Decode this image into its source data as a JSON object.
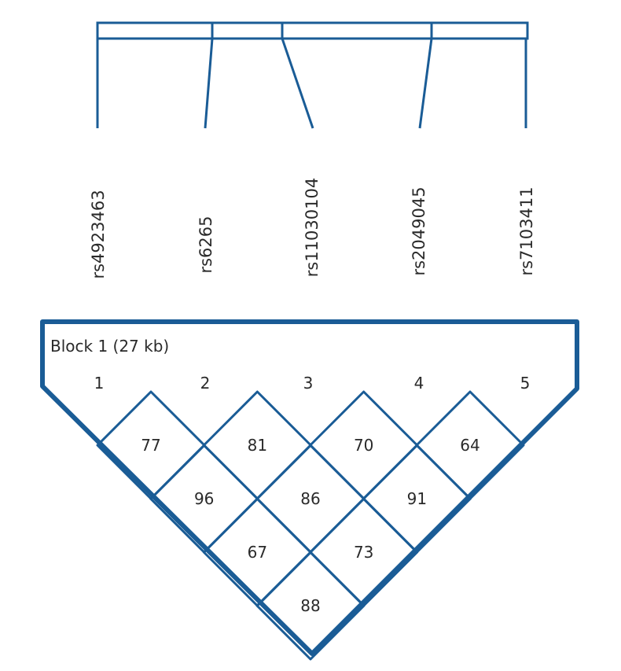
{
  "chart_data": {
    "type": "heatmap",
    "snps": [
      "rs4923463",
      "rs6265",
      "rs11030104",
      "rs2049045",
      "rs7103411"
    ],
    "marker_indices": [
      "1",
      "2",
      "3",
      "4",
      "5"
    ],
    "block_label": "Block 1 (27 kb)",
    "ld_values": [
      {
        "row": 1,
        "col": 2,
        "value": "77"
      },
      {
        "row": 2,
        "col": 3,
        "value": "81"
      },
      {
        "row": 3,
        "col": 4,
        "value": "70"
      },
      {
        "row": 4,
        "col": 5,
        "value": "64"
      },
      {
        "row": 1,
        "col": 3,
        "value": "96"
      },
      {
        "row": 2,
        "col": 4,
        "value": "86"
      },
      {
        "row": 3,
        "col": 5,
        "value": "91"
      },
      {
        "row": 1,
        "col": 4,
        "value": "67"
      },
      {
        "row": 2,
        "col": 5,
        "value": "73"
      },
      {
        "row": 1,
        "col": 5,
        "value": "88"
      }
    ],
    "colors": {
      "line": "#1a5c96",
      "text": "#2a2a2a",
      "background": "#ffffff"
    }
  }
}
